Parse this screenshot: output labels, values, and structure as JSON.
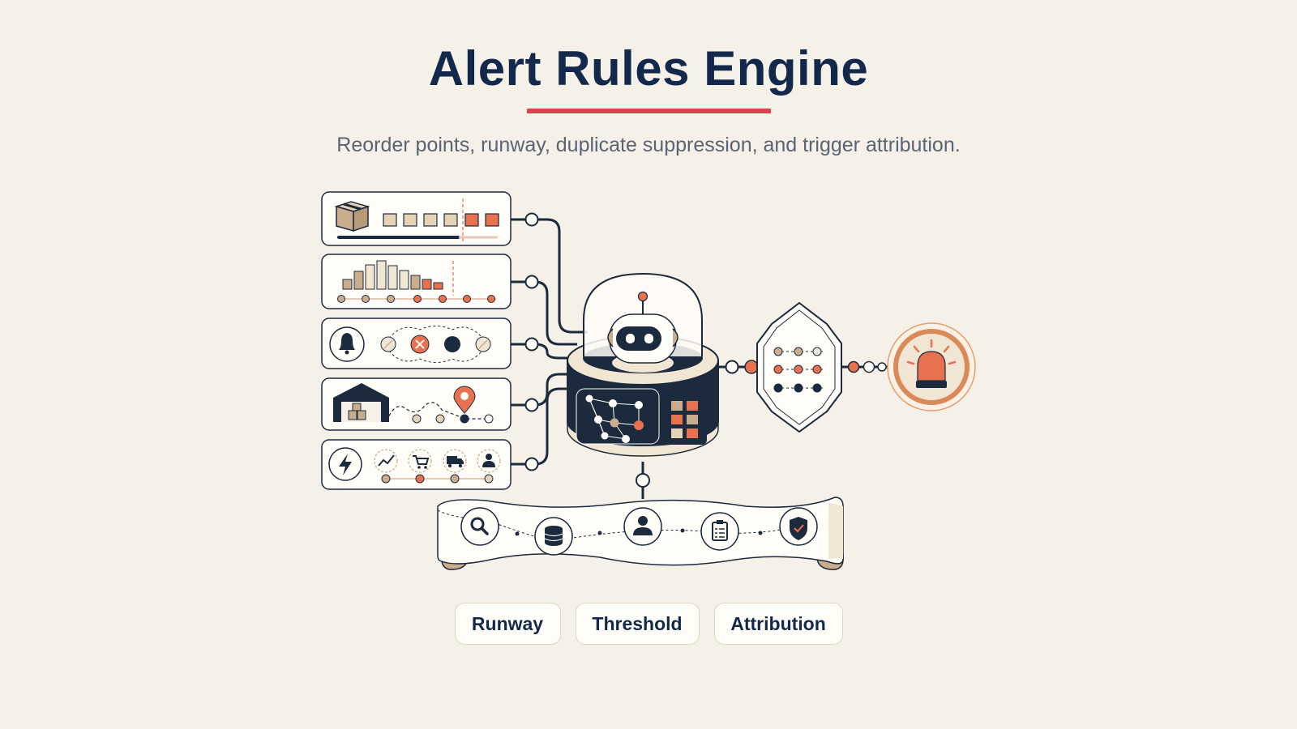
{
  "header": {
    "title": "Alert Rules Engine",
    "subtitle": "Reorder points, runway, duplicate suppression, and trigger attribution."
  },
  "diagram": {
    "input_panels": [
      {
        "icon": "box-icon"
      },
      {
        "icon": "bar-chart-icon"
      },
      {
        "icon": "bell-icon"
      },
      {
        "icon": "warehouse-icon"
      },
      {
        "icon": "lightning-icon"
      }
    ],
    "engine_icon": "robot-icon",
    "filter_icon": "filter-grid-icon",
    "output_icon": "siren-icon",
    "banner_icons": [
      "search-icon",
      "database-icon",
      "user-icon",
      "clipboard-icon",
      "shield-check-icon"
    ],
    "trigger_icons": [
      "trend-icon",
      "cart-icon",
      "truck-icon",
      "person-icon"
    ]
  },
  "buttons": {
    "runway": "Runway",
    "threshold": "Threshold",
    "attribution": "Attribution"
  },
  "colors": {
    "navy": "#13294b",
    "accent_red": "#e0404a",
    "orange": "#e8714f",
    "tan": "#c9ad8c",
    "background": "#f5f0e8"
  }
}
